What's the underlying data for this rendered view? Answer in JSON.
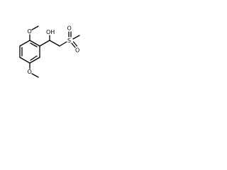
{
  "molecule": {
    "atoms": {
      "o_top": "O",
      "o_bottom": "O",
      "oh": "OH",
      "s": "S",
      "so_top": "O",
      "so_bottom": "O"
    }
  }
}
